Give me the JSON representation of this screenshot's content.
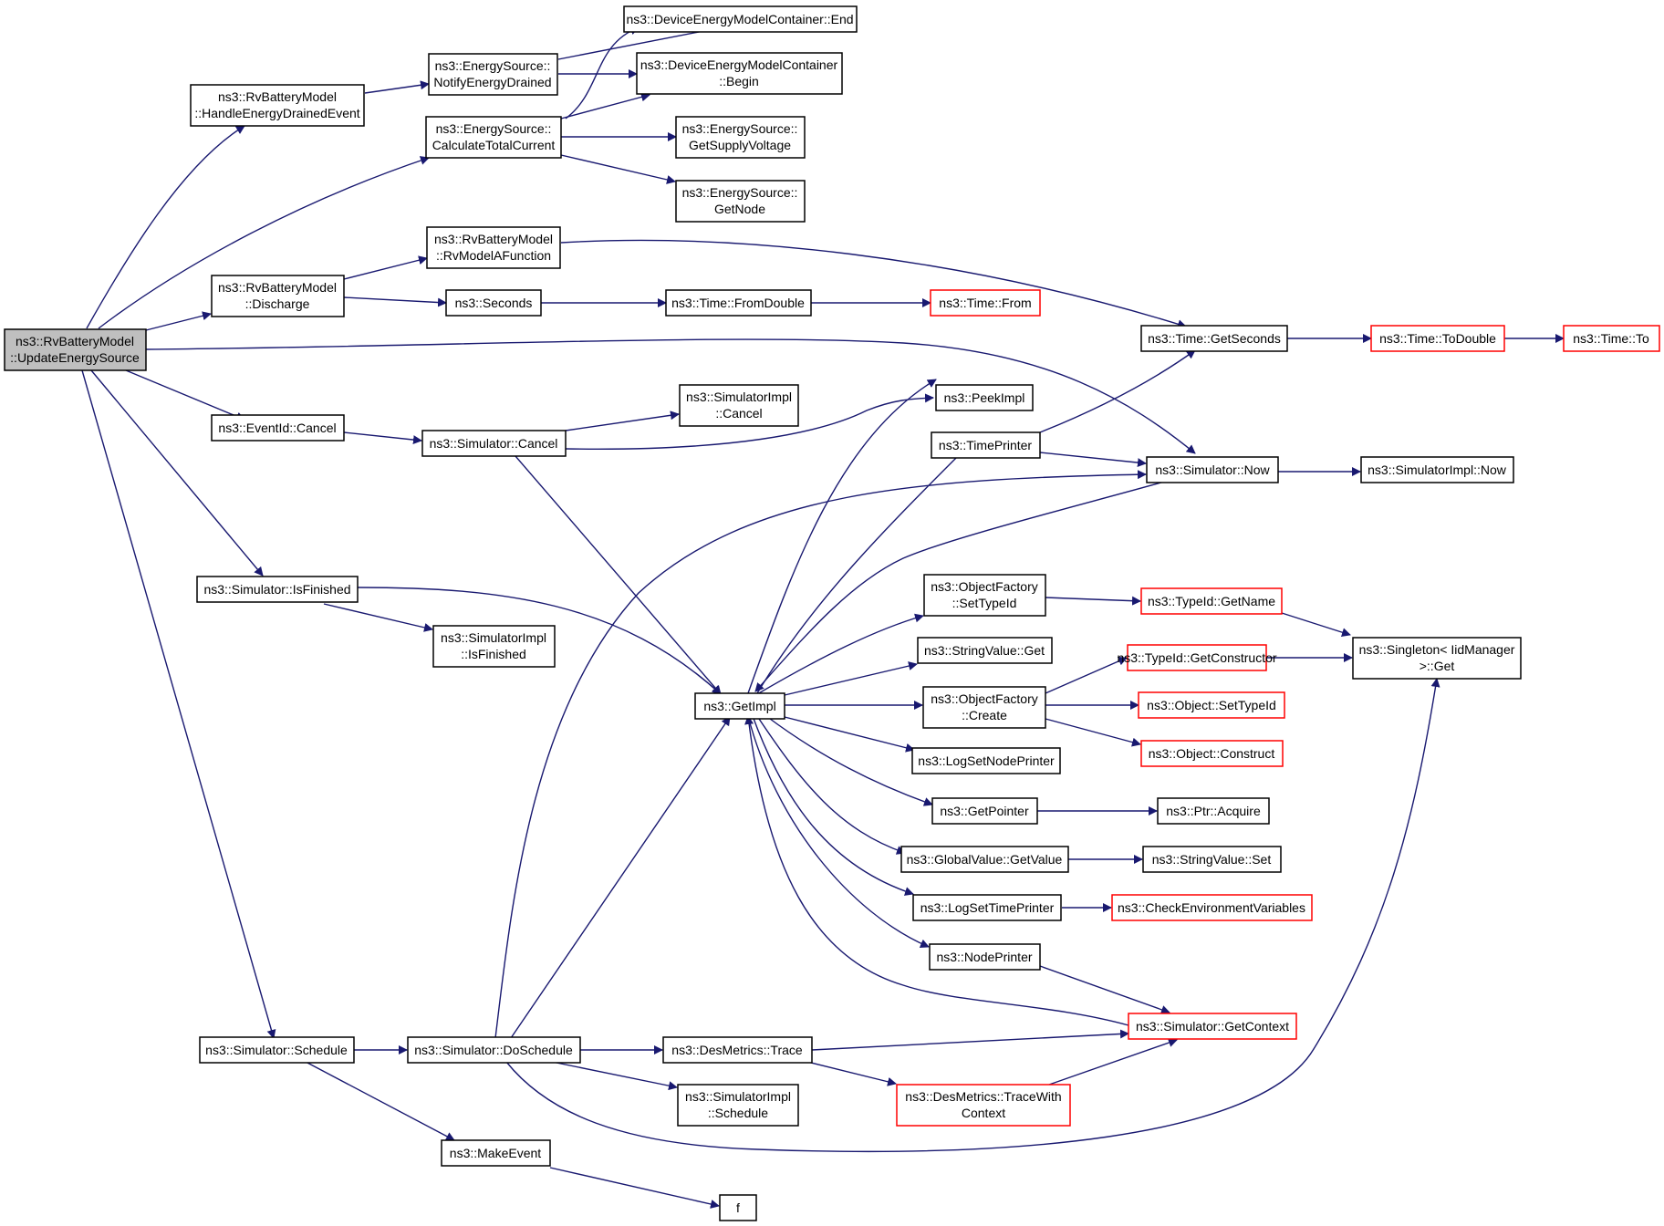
{
  "colors": {
    "edge": "#191970",
    "box_border": "#000000",
    "incomplete_border": "#ff0000",
    "root_fill": "#bfbfbf"
  },
  "nodes": [
    {
      "id": "n0",
      "lines": [
        "ns3::RvBatteryModel",
        "::UpdateEnergySource"
      ],
      "root": true
    },
    {
      "id": "n1",
      "lines": [
        "ns3::RvBatteryModel",
        "::HandleEnergyDrainedEvent"
      ]
    },
    {
      "id": "n2",
      "lines": [
        "ns3::EnergySource::",
        "NotifyEnergyDrained"
      ]
    },
    {
      "id": "n3",
      "lines": [
        "ns3::DeviceEnergyModelContainer::End"
      ]
    },
    {
      "id": "n4",
      "lines": [
        "ns3::DeviceEnergyModelContainer",
        "::Begin"
      ]
    },
    {
      "id": "n5",
      "lines": [
        "ns3::EnergySource::",
        "CalculateTotalCurrent"
      ]
    },
    {
      "id": "n6",
      "lines": [
        "ns3::EnergySource::",
        "GetSupplyVoltage"
      ]
    },
    {
      "id": "n7",
      "lines": [
        "ns3::EnergySource::",
        "GetNode"
      ]
    },
    {
      "id": "n8",
      "lines": [
        "ns3::RvBatteryModel",
        "::RvModelAFunction"
      ]
    },
    {
      "id": "n9",
      "lines": [
        "ns3::RvBatteryModel",
        "::Discharge"
      ]
    },
    {
      "id": "n10",
      "lines": [
        "ns3::Seconds"
      ]
    },
    {
      "id": "n11",
      "lines": [
        "ns3::Time::FromDouble"
      ]
    },
    {
      "id": "n12",
      "lines": [
        "ns3::Time::From"
      ],
      "red": true
    },
    {
      "id": "n13",
      "lines": [
        "ns3::Time::GetSeconds"
      ]
    },
    {
      "id": "n14",
      "lines": [
        "ns3::Time::ToDouble"
      ],
      "red": true
    },
    {
      "id": "n15",
      "lines": [
        "ns3::Time::To"
      ],
      "red": true
    },
    {
      "id": "n16",
      "lines": [
        "ns3::EventId::Cancel"
      ]
    },
    {
      "id": "n17",
      "lines": [
        "ns3::Simulator::Cancel"
      ]
    },
    {
      "id": "n18",
      "lines": [
        "ns3::SimulatorImpl",
        "::Cancel"
      ]
    },
    {
      "id": "n19",
      "lines": [
        "ns3::PeekImpl"
      ]
    },
    {
      "id": "n20",
      "lines": [
        "ns3::TimePrinter"
      ]
    },
    {
      "id": "n21",
      "lines": [
        "ns3::Simulator::Now"
      ]
    },
    {
      "id": "n22",
      "lines": [
        "ns3::SimulatorImpl::Now"
      ]
    },
    {
      "id": "n23",
      "lines": [
        "ns3::Simulator::IsFinished"
      ]
    },
    {
      "id": "n24",
      "lines": [
        "ns3::SimulatorImpl",
        "::IsFinished"
      ]
    },
    {
      "id": "n25",
      "lines": [
        "ns3::ObjectFactory",
        "::SetTypeId"
      ]
    },
    {
      "id": "n26",
      "lines": [
        "ns3::TypeId::GetName"
      ],
      "red": true
    },
    {
      "id": "n27",
      "lines": [
        "ns3::Singleton< IidManager",
        ">::Get"
      ]
    },
    {
      "id": "n28",
      "lines": [
        "ns3::StringValue::Get"
      ]
    },
    {
      "id": "n29",
      "lines": [
        "ns3::GetImpl"
      ]
    },
    {
      "id": "n30",
      "lines": [
        "ns3::ObjectFactory",
        "::Create"
      ]
    },
    {
      "id": "n31",
      "lines": [
        "ns3::TypeId::GetConstructor"
      ],
      "red": true
    },
    {
      "id": "n32",
      "lines": [
        "ns3::Object::SetTypeId"
      ],
      "red": true
    },
    {
      "id": "n33",
      "lines": [
        "ns3::Object::Construct"
      ],
      "red": true
    },
    {
      "id": "n34",
      "lines": [
        "ns3::LogSetNodePrinter"
      ]
    },
    {
      "id": "n35",
      "lines": [
        "ns3::GetPointer"
      ]
    },
    {
      "id": "n36",
      "lines": [
        "ns3::Ptr::Acquire"
      ]
    },
    {
      "id": "n37",
      "lines": [
        "ns3::GlobalValue::GetValue"
      ]
    },
    {
      "id": "n38",
      "lines": [
        "ns3::StringValue::Set"
      ]
    },
    {
      "id": "n39",
      "lines": [
        "ns3::LogSetTimePrinter"
      ]
    },
    {
      "id": "n40",
      "lines": [
        "ns3::CheckEnvironmentVariables"
      ],
      "red": true
    },
    {
      "id": "n41",
      "lines": [
        "ns3::NodePrinter"
      ]
    },
    {
      "id": "n42",
      "lines": [
        "ns3::Simulator::GetContext"
      ],
      "red": true
    },
    {
      "id": "n43",
      "lines": [
        "ns3::Simulator::Schedule"
      ]
    },
    {
      "id": "n44",
      "lines": [
        "ns3::Simulator::DoSchedule"
      ]
    },
    {
      "id": "n45",
      "lines": [
        "ns3::DesMetrics::Trace"
      ]
    },
    {
      "id": "n46",
      "lines": [
        "ns3::SimulatorImpl",
        "::Schedule"
      ]
    },
    {
      "id": "n47",
      "lines": [
        "ns3::DesMetrics::TraceWith",
        "Context"
      ],
      "red": true
    },
    {
      "id": "n48",
      "lines": [
        "ns3::MakeEvent"
      ]
    },
    {
      "id": "n49",
      "lines": [
        "f"
      ]
    }
  ]
}
